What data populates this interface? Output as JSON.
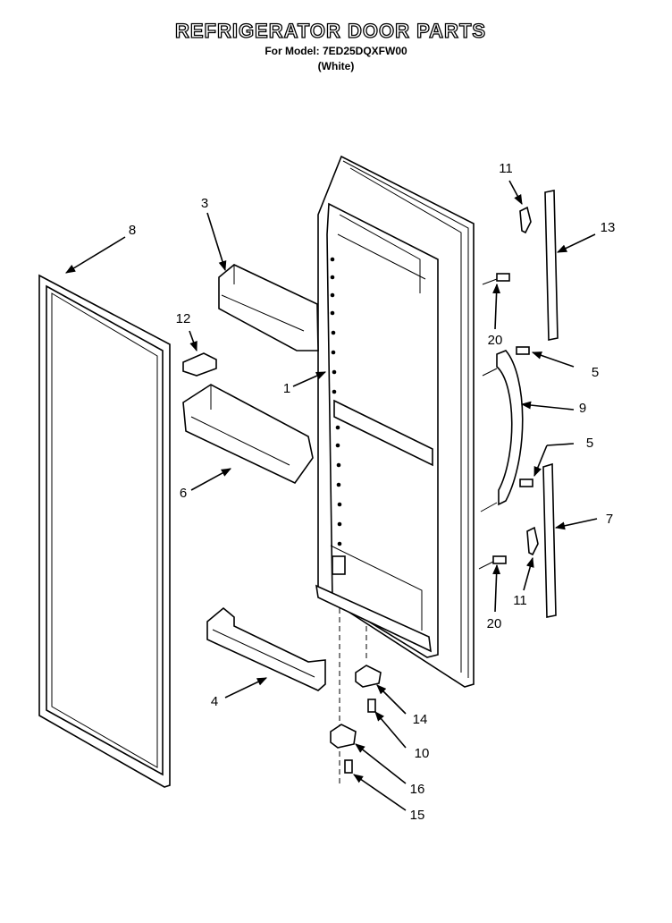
{
  "title": "REFRIGERATOR DOOR PARTS",
  "subtitle": "For Model: 7ED25DQXFW00",
  "variant": "(White)",
  "callouts": {
    "c1": "1",
    "c3": "3",
    "c4": "4",
    "c5a": "5",
    "c5b": "5",
    "c6": "6",
    "c7": "7",
    "c8": "8",
    "c9": "9",
    "c10": "10",
    "c11a": "11",
    "c11b": "11",
    "c12": "12",
    "c13": "13",
    "c14": "14",
    "c15": "15",
    "c16": "16",
    "c20a": "20",
    "c20b": "20"
  }
}
